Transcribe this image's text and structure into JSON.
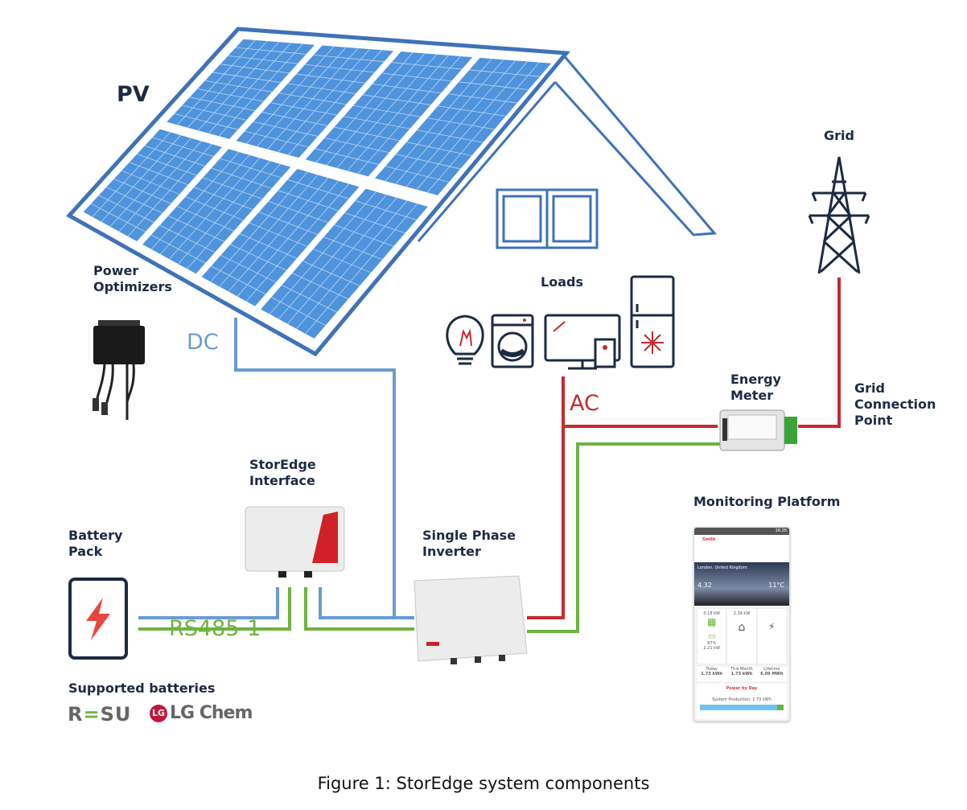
{
  "labels": {
    "pv": "PV",
    "power_optimizers": [
      "Power",
      "Optimizers"
    ],
    "dc": "DC",
    "loads": "Loads",
    "ac": "AC",
    "grid": "Grid",
    "energy_meter": [
      "Energy",
      "Meter"
    ],
    "grid_connection_point": [
      "Grid",
      "Connection",
      "Point"
    ],
    "monitoring_platform": "Monitoring Platform",
    "storedge_interface": [
      "StorEdge",
      "Interface"
    ],
    "single_phase_inverter": [
      "Single Phase",
      "Inverter"
    ],
    "battery_pack": [
      "Battery",
      "Pack"
    ],
    "rs485": "RS485-1",
    "supported_batteries": "Supported batteries"
  },
  "logos": {
    "resu": "RESU",
    "lg_chem": "LG Chem"
  },
  "phone": {
    "user": "Smith",
    "location": "London, United Kingdom",
    "power": "4.32",
    "temperature": "11°C",
    "pv_power": "0.18 kW",
    "load_power": "2.39 kW",
    "battery_power": "2.21 kW",
    "battery_pct": "97%",
    "stats": [
      {
        "label": "Today",
        "value": "1.73 kWh"
      },
      {
        "label": "This Month",
        "value": "1.73 kWh"
      },
      {
        "label": "Lifetime",
        "value": "6.09 MWh"
      }
    ],
    "power_by_day": "Power by Day",
    "system_production": "System Production: 1.73 kWh"
  },
  "caption": "Figure 1: StorEdge system components",
  "colors": {
    "dc_line": "#6a9bd0",
    "rs485_line": "#6db33f",
    "ac_line": "#c62a2f",
    "house": "#3f72b8",
    "panel": "#4f93dc",
    "text": "#1d2a44"
  }
}
